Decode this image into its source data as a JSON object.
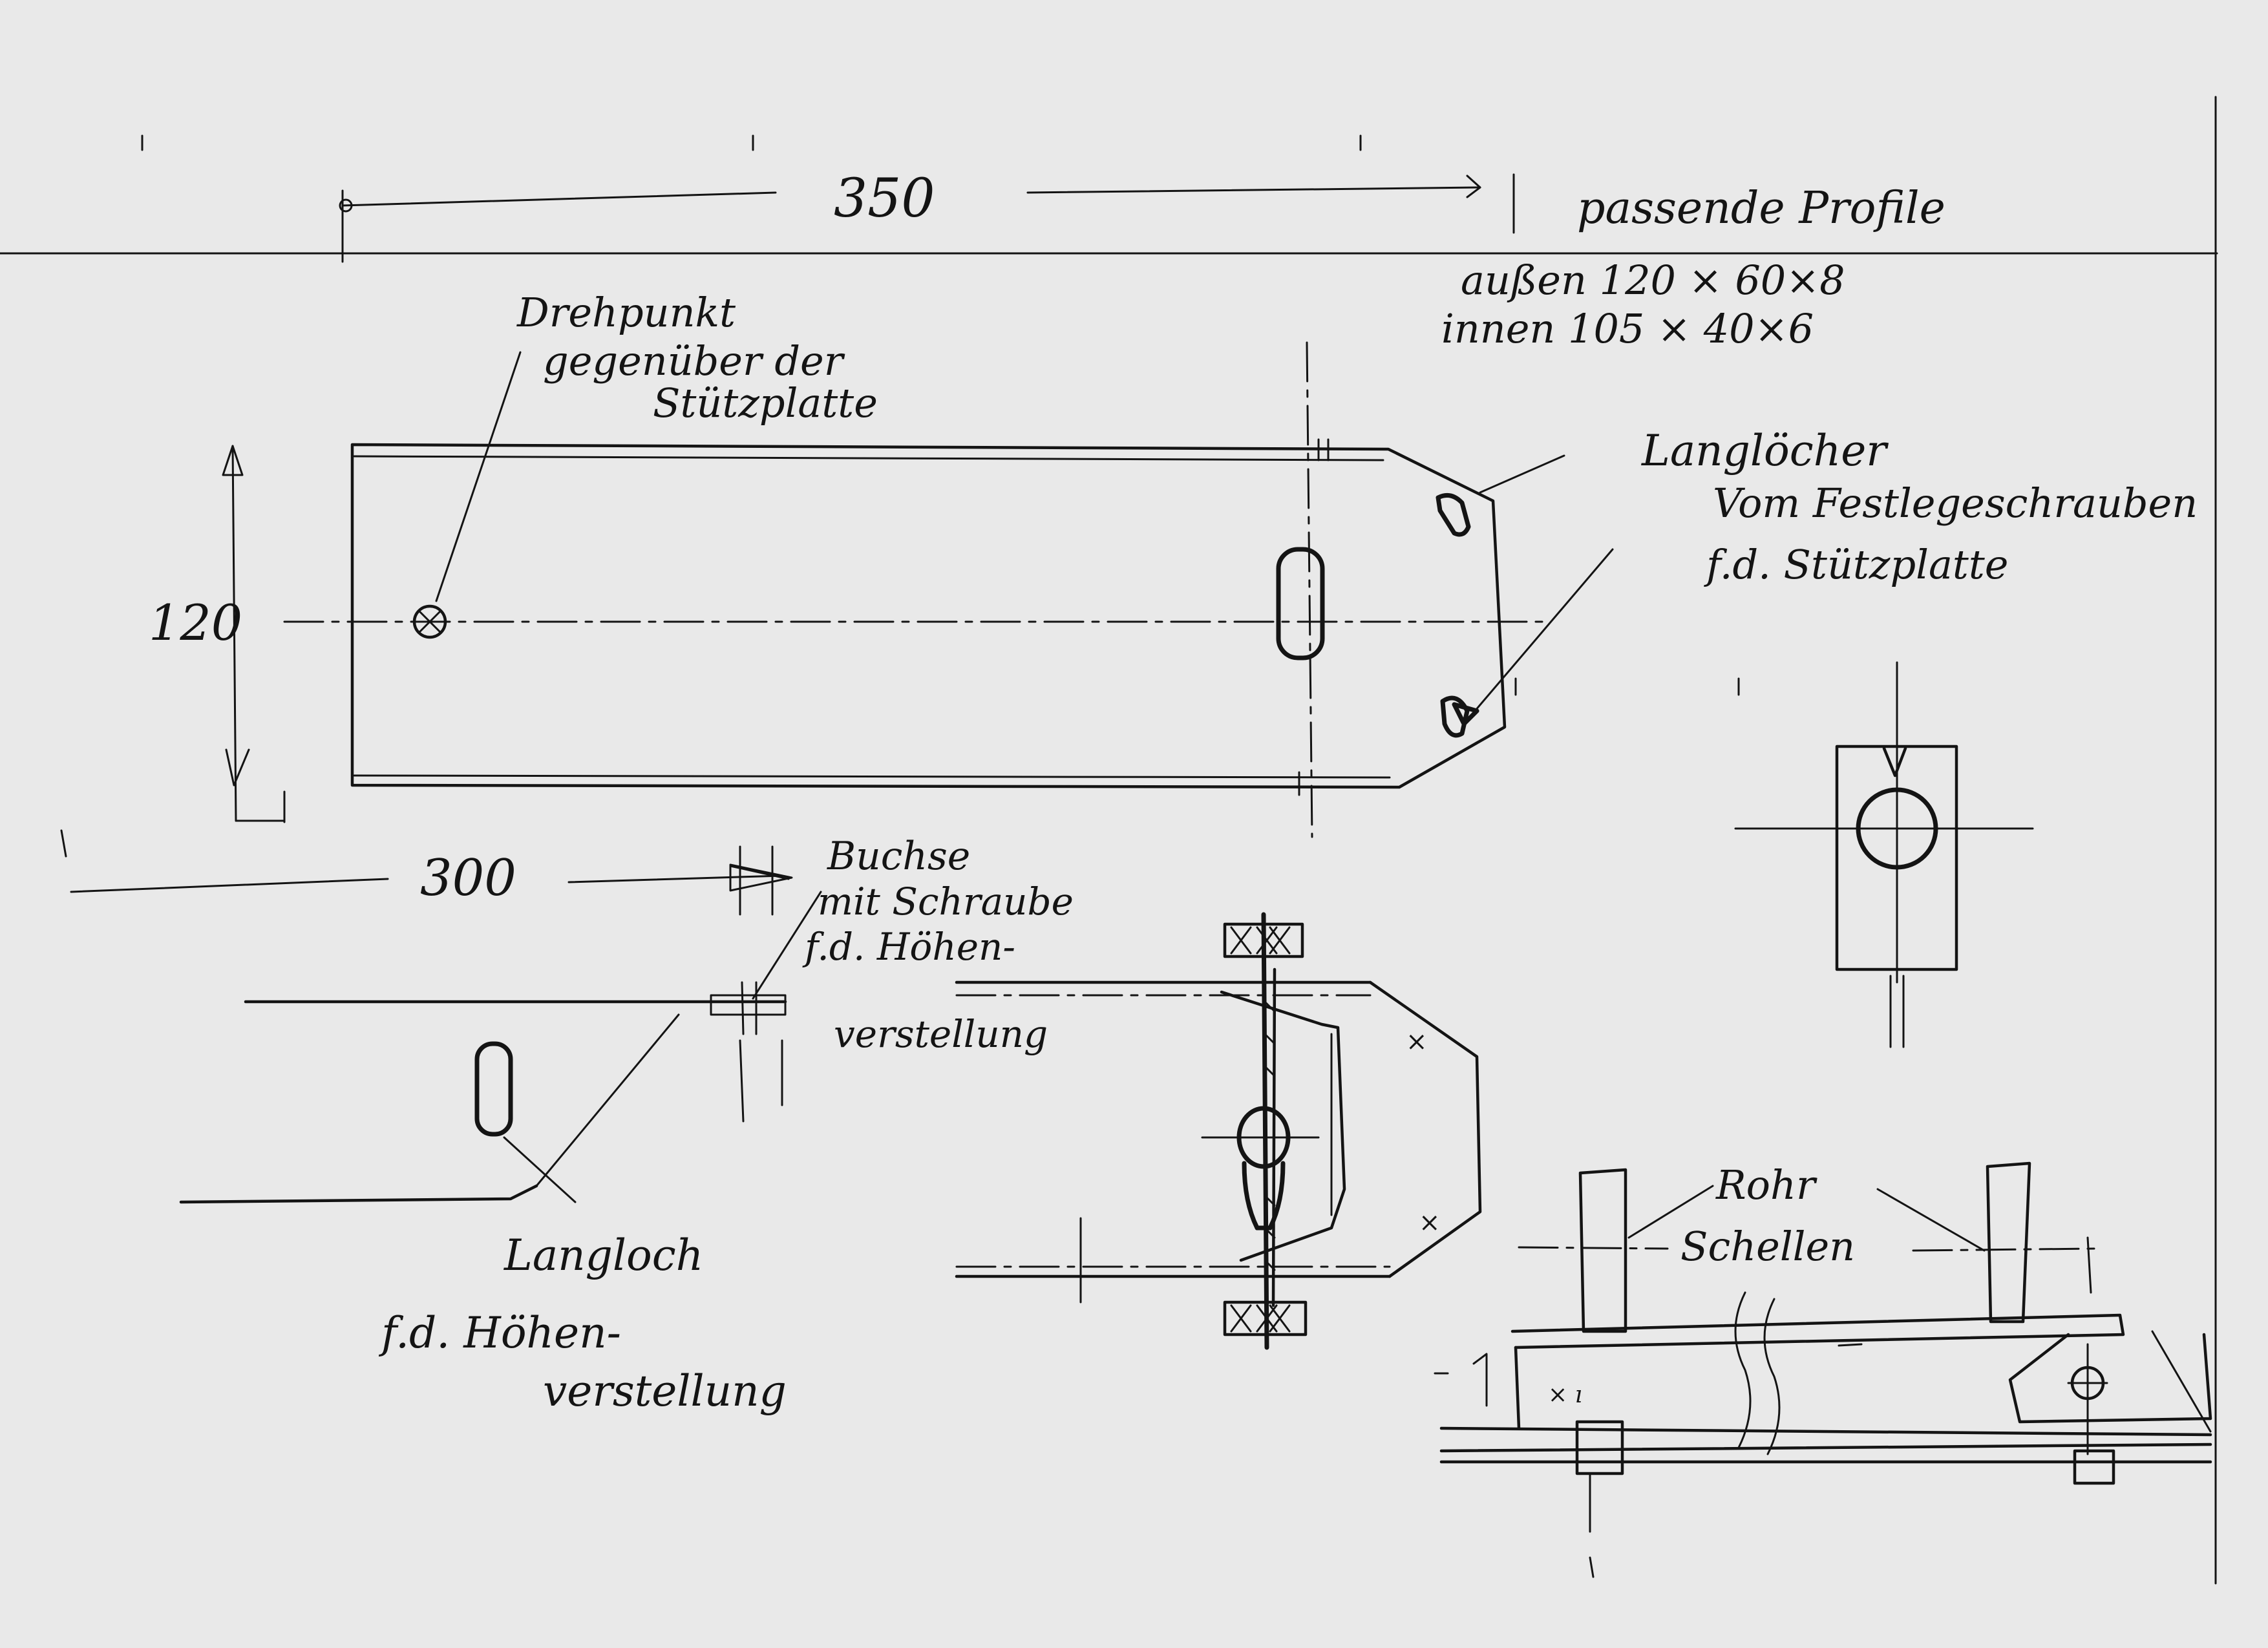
{
  "dimensions": {
    "length_top": "350",
    "height_left": "120",
    "length_bottom": "300"
  },
  "notes": {
    "drehpunkt": [
      "Drehpunkt",
      "gegenüber der",
      "Stützplatte"
    ],
    "profile": {
      "title": "passende Profile",
      "aussen": "außen 120 × 60×8",
      "innen": "innen 105 × 40×6"
    },
    "langloecher": [
      "Langlöcher",
      "Vom Festlegeschrauben",
      "f.d. Stützplatte"
    ],
    "buchse": [
      "Buchse",
      "mit Schraube",
      "f.d. Höhen-",
      "verstellung"
    ],
    "langloch": [
      "Langloch",
      "f.d. Höhen-",
      "verstellung"
    ],
    "rohr": [
      "Rohr",
      "Schellen"
    ]
  }
}
